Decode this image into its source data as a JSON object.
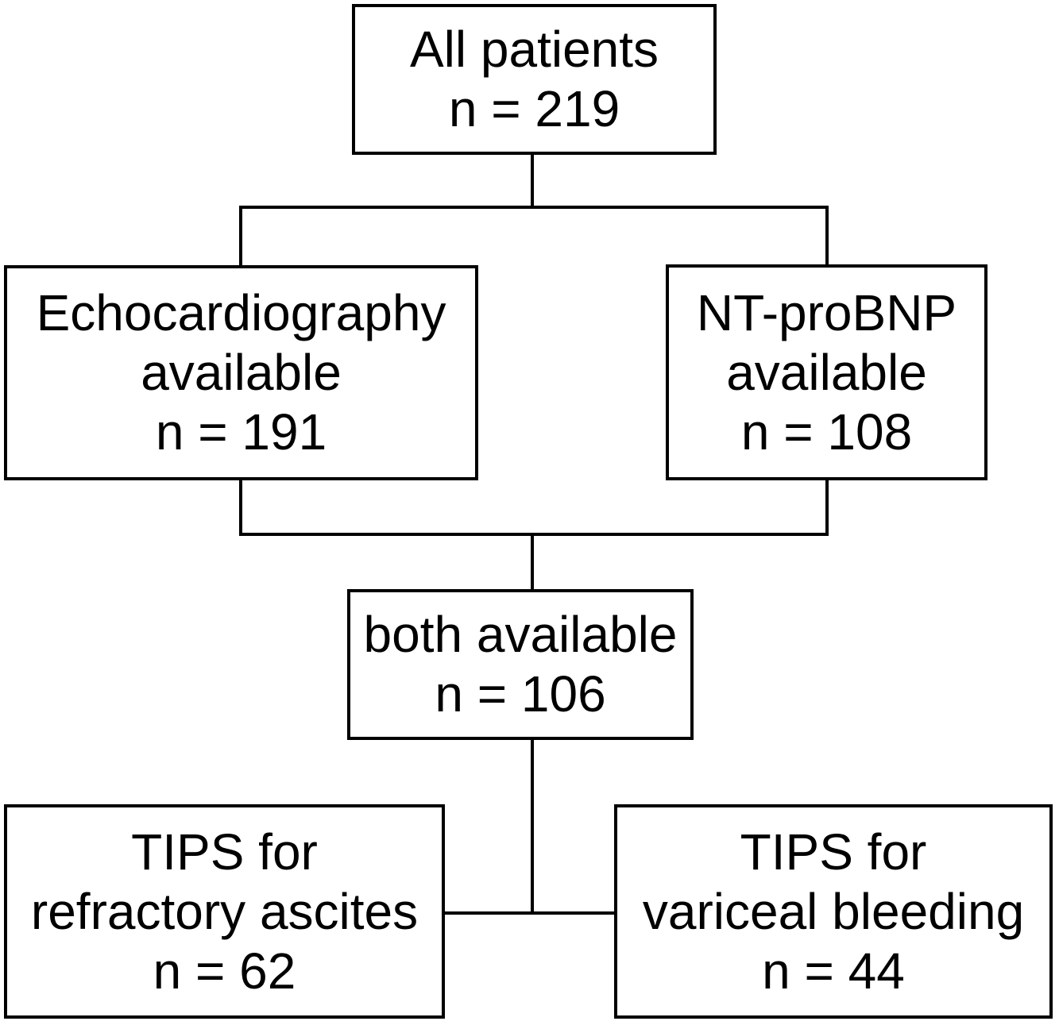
{
  "colors": {
    "line": "#000000",
    "text": "#000000",
    "background": "#ffffff"
  },
  "nodes": {
    "all_patients": {
      "lines": [
        "All patients",
        "n = 219"
      ]
    },
    "echo": {
      "lines": [
        "Echocardiography",
        "available",
        "n = 191"
      ]
    },
    "ntprobnp": {
      "lines": [
        "NT-proBNP",
        "available",
        "n = 108"
      ]
    },
    "both": {
      "lines": [
        "both available",
        "n = 106"
      ]
    },
    "tips_ascites": {
      "lines": [
        "TIPS for",
        "refractory ascites",
        "n = 62"
      ]
    },
    "tips_bleeding": {
      "lines": [
        "TIPS for",
        "variceal bleeding",
        "n = 44"
      ]
    }
  },
  "edges": [
    {
      "from": "all_patients",
      "to": "echo"
    },
    {
      "from": "all_patients",
      "to": "ntprobnp"
    },
    {
      "from": "echo",
      "to": "both"
    },
    {
      "from": "ntprobnp",
      "to": "both"
    },
    {
      "from": "both",
      "to": "tips_ascites"
    },
    {
      "from": "both",
      "to": "tips_bleeding"
    }
  ]
}
